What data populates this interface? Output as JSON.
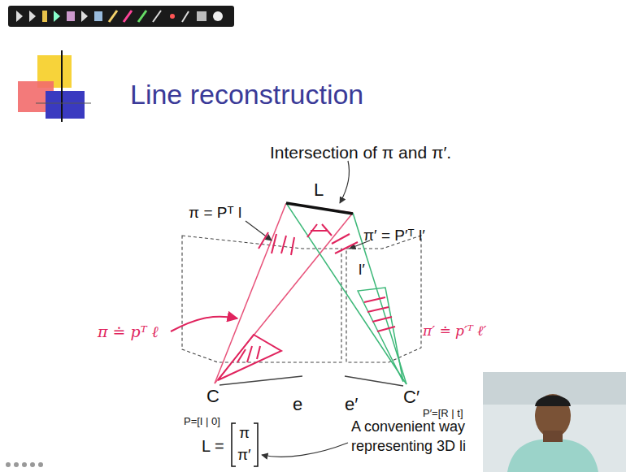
{
  "diagram": {
    "title": "Line reconstruction",
    "labels": [
      "Intersection of π and π′.",
      "L",
      "π = Pᵀ l",
      "π′ = P′ᵀ l′",
      "l′",
      "π ≐ pᵀ ℓ",
      "π′ ≐ p′ᵀ ℓ′",
      "C",
      "e",
      "e′",
      "C′",
      "P=[I | 0]",
      "P′=[R | t]",
      "L =",
      "π",
      "π′",
      "A convenient way",
      "representing 3D li"
    ]
  }
}
